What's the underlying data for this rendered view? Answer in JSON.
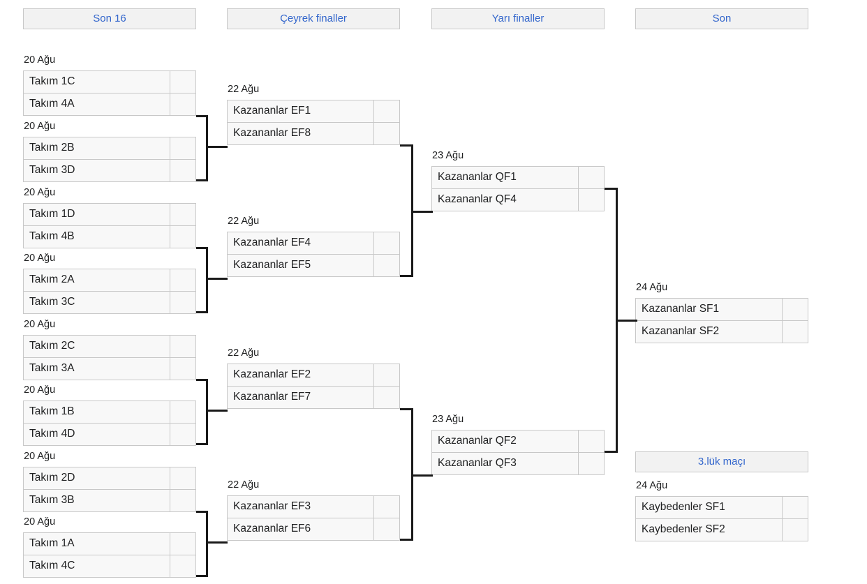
{
  "rounds": [
    {
      "id": "round-of-16",
      "label": "Son 16"
    },
    {
      "id": "quarterfinals",
      "label": "Çeyrek finaller"
    },
    {
      "id": "semifinals",
      "label": "Yarı finaller"
    },
    {
      "id": "final",
      "label": "Son"
    }
  ],
  "third_place_header": {
    "label": "3.lük maçı"
  },
  "colors": {
    "header_text": "#3366cc",
    "header_fill": "#f2f2f2",
    "box_border": "#c8c8c8",
    "box_fill": "#f8f8f8",
    "text": "#202122",
    "connector": "#1a1a1a"
  },
  "round_of_16": [
    {
      "date": "20 Ağu",
      "teams": [
        {
          "name": "Takım 1C",
          "score": ""
        },
        {
          "name": "Takım 4A",
          "score": ""
        }
      ]
    },
    {
      "date": "20 Ağu",
      "teams": [
        {
          "name": "Takım 2B",
          "score": ""
        },
        {
          "name": "Takım 3D",
          "score": ""
        }
      ]
    },
    {
      "date": "20 Ağu",
      "teams": [
        {
          "name": "Takım 1D",
          "score": ""
        },
        {
          "name": "Takım 4B",
          "score": ""
        }
      ]
    },
    {
      "date": "20 Ağu",
      "teams": [
        {
          "name": "Takım 2A",
          "score": ""
        },
        {
          "name": "Takım 3C",
          "score": ""
        }
      ]
    },
    {
      "date": "20 Ağu",
      "teams": [
        {
          "name": "Takım 2C",
          "score": ""
        },
        {
          "name": "Takım 3A",
          "score": ""
        }
      ]
    },
    {
      "date": "20 Ağu",
      "teams": [
        {
          "name": "Takım 1B",
          "score": ""
        },
        {
          "name": "Takım 4D",
          "score": ""
        }
      ]
    },
    {
      "date": "20 Ağu",
      "teams": [
        {
          "name": "Takım 2D",
          "score": ""
        },
        {
          "name": "Takım 3B",
          "score": ""
        }
      ]
    },
    {
      "date": "20 Ağu",
      "teams": [
        {
          "name": "Takım 1A",
          "score": ""
        },
        {
          "name": "Takım 4C",
          "score": ""
        }
      ]
    }
  ],
  "quarterfinals": [
    {
      "date": "22 Ağu",
      "teams": [
        {
          "name": "Kazananlar EF1",
          "score": ""
        },
        {
          "name": "Kazananlar EF8",
          "score": ""
        }
      ]
    },
    {
      "date": "22 Ağu",
      "teams": [
        {
          "name": "Kazananlar EF4",
          "score": ""
        },
        {
          "name": "Kazananlar EF5",
          "score": ""
        }
      ]
    },
    {
      "date": "22 Ağu",
      "teams": [
        {
          "name": "Kazananlar EF2",
          "score": ""
        },
        {
          "name": "Kazananlar EF7",
          "score": ""
        }
      ]
    },
    {
      "date": "22 Ağu",
      "teams": [
        {
          "name": "Kazananlar EF3",
          "score": ""
        },
        {
          "name": "Kazananlar EF6",
          "score": ""
        }
      ]
    }
  ],
  "semifinals": [
    {
      "date": "23 Ağu",
      "teams": [
        {
          "name": "Kazananlar QF1",
          "score": ""
        },
        {
          "name": "Kazananlar QF4",
          "score": ""
        }
      ]
    },
    {
      "date": "23 Ağu",
      "teams": [
        {
          "name": "Kazananlar QF2",
          "score": ""
        },
        {
          "name": "Kazananlar QF3",
          "score": ""
        }
      ]
    }
  ],
  "final_match": {
    "date": "24 Ağu",
    "teams": [
      {
        "name": "Kazananlar SF1",
        "score": ""
      },
      {
        "name": "Kazananlar SF2",
        "score": ""
      }
    ]
  },
  "third_place_match": {
    "date": "24 Ağu",
    "teams": [
      {
        "name": "Kaybedenler SF1",
        "score": ""
      },
      {
        "name": "Kaybedenler SF2",
        "score": ""
      }
    ]
  }
}
